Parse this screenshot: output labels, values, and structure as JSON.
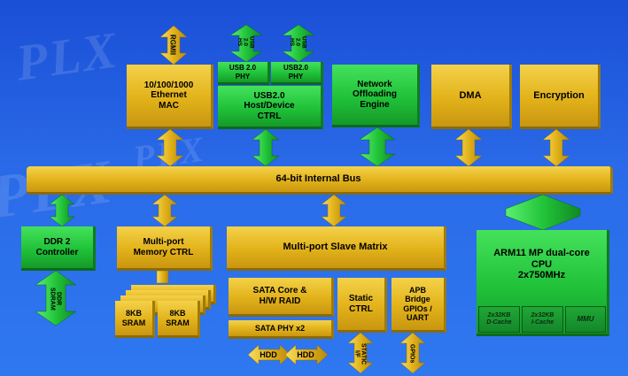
{
  "diagram": {
    "bus": "64-bit Internal Bus",
    "ethernet": "10/100/1000\nEthernet\nMAC",
    "rgmii": "RGMII",
    "usb_phy_1": "USB 2.0\nPHY",
    "usb_phy_2": "USB2.0\nPHY",
    "usb_ctrl": "USB2.0\nHost/Device\nCTRL",
    "usb_port_1": "USB\n2.0\nHS",
    "usb_port_2": "USB\n2.0\nHS",
    "network": "Network\nOffloading\nEngine",
    "dma": "DMA",
    "encryption": "Encryption",
    "ddr_ctrl": "DDR 2\nController",
    "ddr_sdram": "DDR\nSDRAM",
    "mem_ctrl": "Multi-port\nMemory CTRL",
    "sram_1": "8KB\nSRAM",
    "sram_2": "8KB\nSRAM",
    "slave_matrix": "Multi-port Slave Matrix",
    "sata_core": "SATA Core &\nH/W RAID",
    "sata_phy": "SATA PHY x2",
    "hdd_1": "HDD",
    "hdd_2": "HDD",
    "static_ctrl": "Static\nCTRL",
    "static_if": "STATIC\nI/F",
    "apb": "APB\nBridge\nGPIOs /\nUART",
    "gpios": "GPIOs",
    "cpu": "ARM11 MP dual-core\nCPU\n2x750MHz",
    "dcache": "2x32KB\nD-Cache",
    "icache": "2x32KB\nI-Cache",
    "mmu": "MMU",
    "watermark": "PLX"
  },
  "colors": {
    "background": "#2a6ae8",
    "gold": "#e2b21a",
    "green": "#20c23a",
    "dark_green": "#14862a"
  }
}
